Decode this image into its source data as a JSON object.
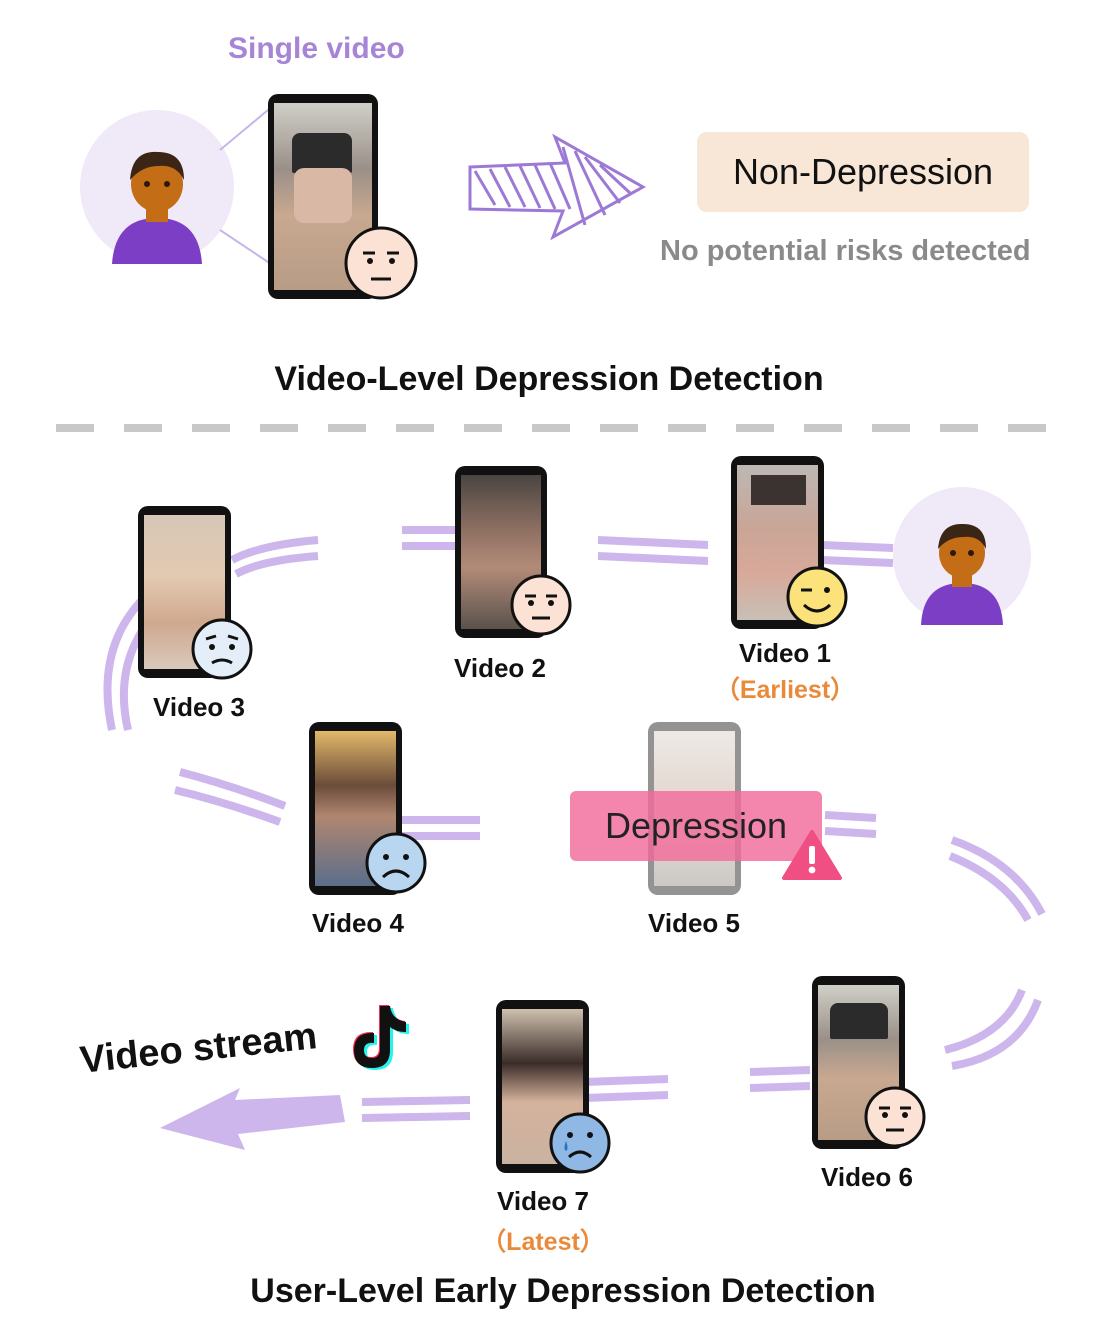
{
  "top": {
    "single_video_label": "Single video",
    "result_label": "Non-Depression",
    "result_note": "No potential risks detected",
    "section_title": "Video-Level Depression Detection"
  },
  "bottom": {
    "videos": [
      {
        "label": "Video 1",
        "note": "（Earliest）",
        "emoji": "wink-face-icon"
      },
      {
        "label": "Video 2",
        "note": "",
        "emoji": "neutral-face-icon"
      },
      {
        "label": "Video 3",
        "note": "",
        "emoji": "worried-face-icon"
      },
      {
        "label": "Video 4",
        "note": "",
        "emoji": "sad-face-icon"
      },
      {
        "label": "Video 5",
        "note": "",
        "emoji": "warning-icon"
      },
      {
        "label": "Video 6",
        "note": "",
        "emoji": "neutral-face-icon"
      },
      {
        "label": "Video 7",
        "note": "（Latest）",
        "emoji": "crying-face-icon"
      }
    ],
    "depression_label": "Depression",
    "stream_label": "Video stream",
    "section_title": "User-Level Early Depression Detection"
  },
  "colors": {
    "accent_purple": "#a685d6",
    "light_purple": "#cdb6ec",
    "result_bg": "#f8e6d6",
    "depression_pink": "#f26b9b",
    "note_orange": "#e98a3b",
    "note_gray": "#8a8a8a"
  }
}
